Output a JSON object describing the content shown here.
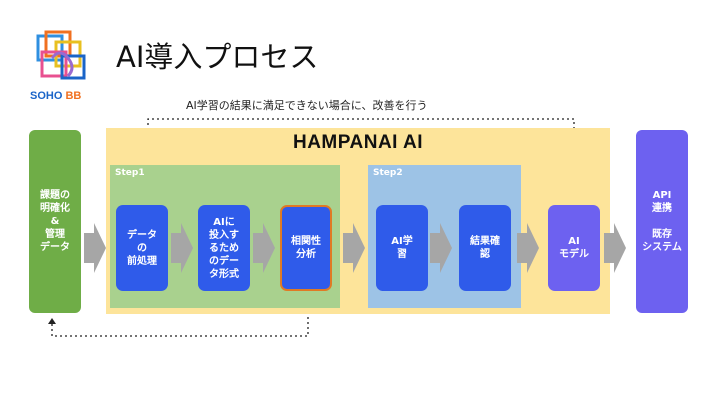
{
  "logo": {
    "text_main": "SOHO ",
    "text_accent": "BB"
  },
  "title": "AI導入プロセス",
  "loop_note": "AI学習の結果に満足できない場合に、改善を行う",
  "panel": {
    "title": "HAMPANAI AI"
  },
  "step1": {
    "label": "Step1"
  },
  "step2": {
    "label": "Step2"
  },
  "boxes": {
    "issue": "課題の\n明確化\n&\n管理\nデータ",
    "preprocess": "データ\nの\n前処理",
    "invest": "AIに\n投入す\nるため\nのデー\nタ形式",
    "correlation": "相関性\n分析",
    "learning": "AI学\n習",
    "verify": "結果確\n認",
    "model": "AI\nモデル",
    "api": "API\n連携\n\n既存\nシステム"
  },
  "colors": {
    "panel_main": "#fde49a",
    "step1": "#a9d18e",
    "step2": "#9dc3e6",
    "box_blue": "#2f5bea",
    "box_purple": "#6d61f0",
    "box_green": "#6fad47",
    "highlight_border": "#e07a24"
  }
}
